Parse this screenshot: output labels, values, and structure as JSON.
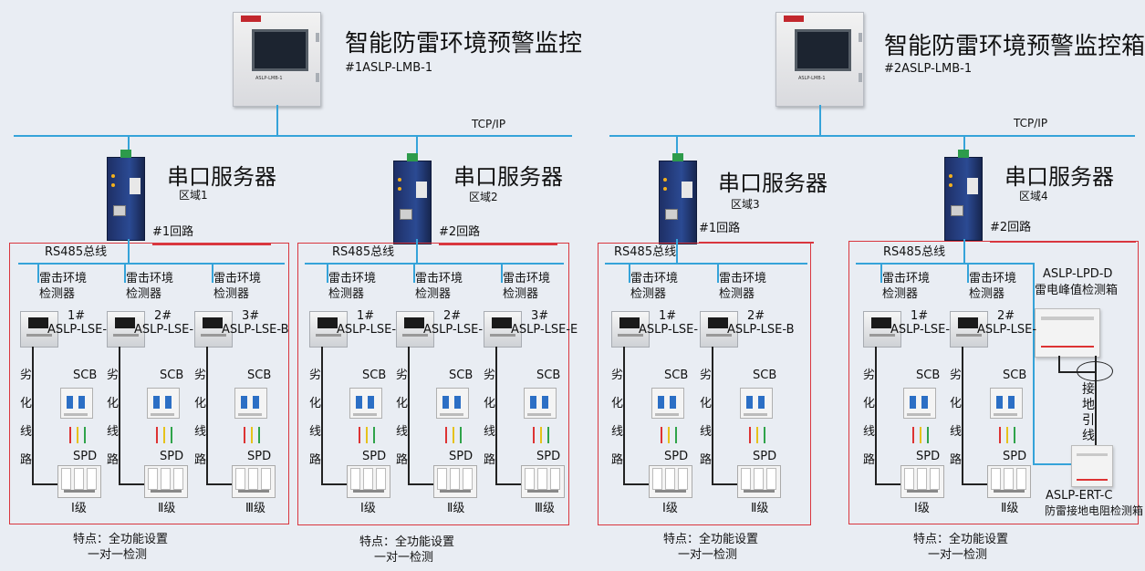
{
  "left": {
    "monitor_title": "智能防雷环境预警监控",
    "monitor_id": "#1ASLP-LMB-1",
    "monitor_face_model": "ASLP-LMB-1",
    "tcp": "TCP/IP",
    "server_a": {
      "title": "串口服务器",
      "zone": "区域1",
      "loop": "#1回路"
    },
    "server_b": {
      "title": "串口服务器",
      "zone": "区域2",
      "loop": "#2回路"
    },
    "group_a": {
      "rs485": "RS485总线",
      "det_label_line1": "雷击环境",
      "det_label_line2": "检测器",
      "dets": [
        {
          "num": "1#",
          "model": "ASLP-LSE-",
          "grade": "Ⅰ级"
        },
        {
          "num": "2#",
          "model": "ASLP-LSE-",
          "grade": "Ⅱ级"
        },
        {
          "num": "3#",
          "model": "ASLP-LSE-B",
          "grade": "Ⅲ级"
        }
      ],
      "scb": "SCB",
      "spd": "SPD",
      "line_chars": [
        "劣",
        "化",
        "线",
        "路"
      ],
      "feature1": "特点：全功能设置",
      "feature2": "一对一检测"
    },
    "group_b": {
      "rs485": "RS485总线",
      "det_label_line1": "雷击环境",
      "det_label_line2": "检测器",
      "dets": [
        {
          "num": "1#",
          "model": "ASLP-LSE-",
          "grade": "Ⅰ级"
        },
        {
          "num": "2#",
          "model": "ASLP-LSE-",
          "grade": "Ⅱ级"
        },
        {
          "num": "3#",
          "model": "ASLP-LSE-E",
          "grade": "Ⅲ级"
        }
      ],
      "scb": "SCB",
      "spd": "SPD",
      "line_chars": [
        "劣",
        "化",
        "线",
        "路"
      ],
      "feature1": "特点：全功能设置",
      "feature2": "一对一检测"
    }
  },
  "right": {
    "monitor_title": "智能防雷环境预警监控箱",
    "monitor_id": "#2ASLP-LMB-1",
    "monitor_face_model": "ASLP-LMB-1",
    "tcp": "TCP/IP",
    "server_a": {
      "title": "串口服务器",
      "zone": "区域3",
      "loop": "#1回路"
    },
    "server_b": {
      "title": "串口服务器",
      "zone": "区域4",
      "loop": "#2回路"
    },
    "group_a": {
      "rs485": "RS485总线",
      "det_label_line1": "雷击环境",
      "det_label_line2": "检测器",
      "dets": [
        {
          "num": "1#",
          "model": "ASLP-LSE-",
          "grade": "Ⅰ级"
        },
        {
          "num": "2#",
          "model": "ASLP-LSE-B",
          "grade": "Ⅱ级"
        }
      ],
      "scb": "SCB",
      "spd": "SPD",
      "line_chars": [
        "劣",
        "化",
        "线",
        "路"
      ],
      "feature1": "特点：全功能设置",
      "feature2": "一对一检测"
    },
    "group_b": {
      "rs485": "RS485总线",
      "det_label_line1": "雷击环境",
      "det_label_line2": "检测器",
      "dets": [
        {
          "num": "1#",
          "model": "ASLP-LSE-",
          "grade": "Ⅰ级"
        },
        {
          "num": "2#",
          "model": "ASLP-LSE-",
          "grade": "Ⅱ级"
        }
      ],
      "scb": "SCB",
      "spd": "SPD",
      "line_chars": [
        "劣",
        "化",
        "线",
        "路"
      ],
      "lpd_model": "ASLP-LPD-D",
      "lpd_name": "雷电峰值检测箱",
      "ert_model": "ASLP-ERT-C",
      "ert_name": "防雷接地电阻检测箱",
      "ground_chars": [
        "接",
        "地",
        "引",
        "线"
      ],
      "feature1": "特点：全功能设置",
      "feature2": "一对一检测"
    }
  },
  "colors": {
    "bus": "#35a3d9",
    "frame": "#d9363e",
    "wire": "#222222"
  }
}
